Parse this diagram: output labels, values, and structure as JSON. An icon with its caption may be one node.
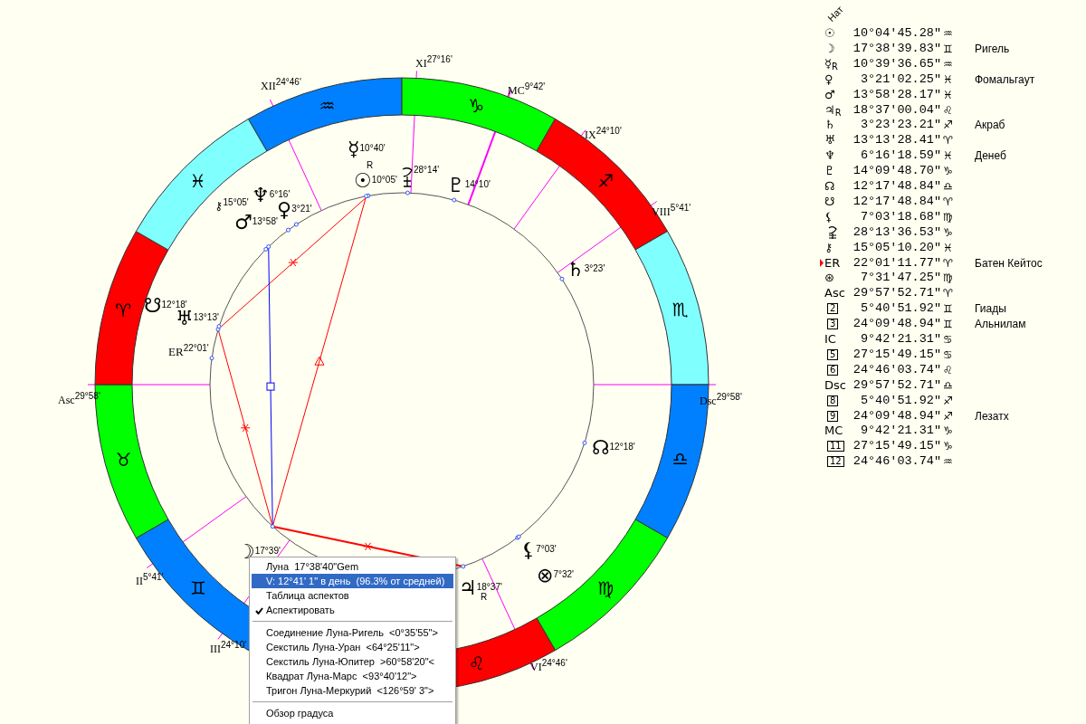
{
  "diagram": {
    "labels": [
      "XII$^{24°46'}$",
      "XI$^{27°16'}$",
      "MC$^{9°42'}$",
      "IX$^{24°10'}$",
      "VIII$^{5°41'}$",
      "Dsc$^{29°58'}$",
      "VI$^{24°46'}$",
      "III$^{24°10'}$",
      "II$^{5°41'}$",
      "Asc$^{29°58'}$",
      "♈",
      "♉",
      "♊",
      "♌",
      "♍",
      "♎",
      "♏",
      "♐",
      "♑",
      "♒",
      "♓",
      "☿$^{10°40'}$",
      "R",
      "☉$^{10°05'}$",
      "28°14'",
      "♇$^{14°10'}$",
      "♄$^{3°23'}$",
      "☊$^{12°18'}$",
      "⚸$^{7°03'}$",
      "⊗$^{7°32'}$",
      "♃$^{18°37'}$",
      "R",
      "☽$^{17°39'}$",
      "ER$^{22°01'}$",
      "☋$^{12°18'}$",
      "♅$^{13°13'}$",
      "⚷$^{15°05'}$",
      "♆$^{6°16'}$",
      "♂$^{13°58'}$",
      "♀$^{3°21'}$",
      "Нат",
      "☉",
      "10°04'45.28\"",
      "♒",
      "☽",
      "17°38'39.83\"",
      "♊",
      "Ригель",
      "☿$_{R}$",
      "10°39'36.65\"",
      "♒",
      "♀",
      "3°21'02.25\"",
      "♓",
      "Фомальгаут",
      "♂",
      "13°58'28.17\"",
      "♓",
      "♃$_{R}$",
      "18°37'00.04\"",
      "♌",
      "♄",
      "3°23'23.21\"",
      "♐",
      "Акраб",
      "♅",
      "13°13'28.41\"",
      "♈",
      "♆",
      "6°16'18.59\"",
      "♓",
      "Денеб",
      "♇",
      "14°09'48.70\"",
      "♑",
      "☊",
      "12°17'48.84\"",
      "♎",
      "☋",
      "12°17'48.84\"",
      "♈",
      "⚸",
      "7°03'18.68\"",
      "♍",
      "28°13'36.53\"",
      "♑",
      "⚷",
      "15°05'10.20\"",
      "♓",
      "ER",
      "22°01'11.77\"",
      "♈",
      "Батен Кейтос",
      "⊛",
      "7°31'47.25\"",
      "♍",
      "Asc",
      "29°57'52.71\"",
      "♈",
      "2",
      "5°40'51.92\"",
      "♊",
      "Гиады",
      "3",
      "24°09'48.94\"",
      "♊",
      "Альнилам",
      "IC",
      "9°42'21.31\"",
      "♋",
      "5",
      "27°15'49.15\"",
      "♋",
      "6",
      "24°46'03.74\"",
      "♌",
      "Dsc",
      "29°57'52.71\"",
      "♎",
      "8",
      "5°40'51.92\"",
      "♐",
      "9",
      "24°09'48.94\"",
      "♐",
      "Лезатх",
      "MC",
      "9°42'21.31\"",
      "♑",
      "11",
      "27°15'49.15\"",
      "♑",
      "12",
      "24°46'03.74\"",
      "♒",
      "Луна  17°38'40\"Gem",
      "V: 12°41' 1\" в день  (96.3% от средней)",
      "Таблица аспектов",
      "Аспектировать",
      "Соединение Луна-Ригель  <0°35'55\">",
      "Секстиль Луна-Уран  <64°25'11\">",
      "Секстиль Луна-Юпитер  >60°58'20\"<",
      "Квадрат Луна-Марс  <93°40'12\">",
      "Тригон Луна-Меркурий  <126°59' 3\">",
      "Обзор градуса"
    ]
  }
}
